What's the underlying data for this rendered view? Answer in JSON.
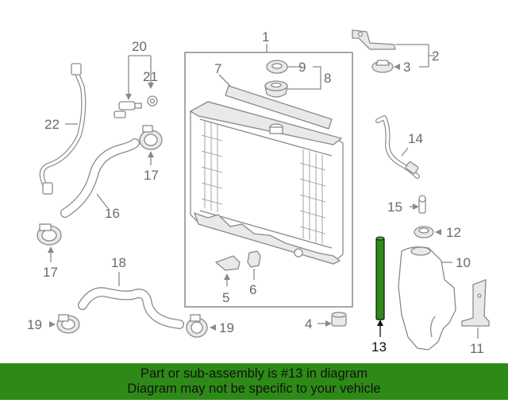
{
  "diagram": {
    "callouts": {
      "c1": "1",
      "c2": "2",
      "c3": "3",
      "c4": "4",
      "c5": "5",
      "c6": "6",
      "c7": "7",
      "c8": "8",
      "c9": "9",
      "c10": "10",
      "c11": "11",
      "c12": "12",
      "c13": "13",
      "c14": "14",
      "c15": "15",
      "c16": "16",
      "c17a": "17",
      "c17b": "17",
      "c18": "18",
      "c19a": "19",
      "c19b": "19",
      "c20": "20",
      "c21": "21",
      "c22": "22"
    },
    "highlight_color": "#2e8a17",
    "line_color": "#8a8a8a"
  },
  "banner": {
    "line1": "Part or sub-assembly is #13 in diagram",
    "line2": "Diagram may not be specific to your vehicle",
    "color": "#2e8a17"
  }
}
